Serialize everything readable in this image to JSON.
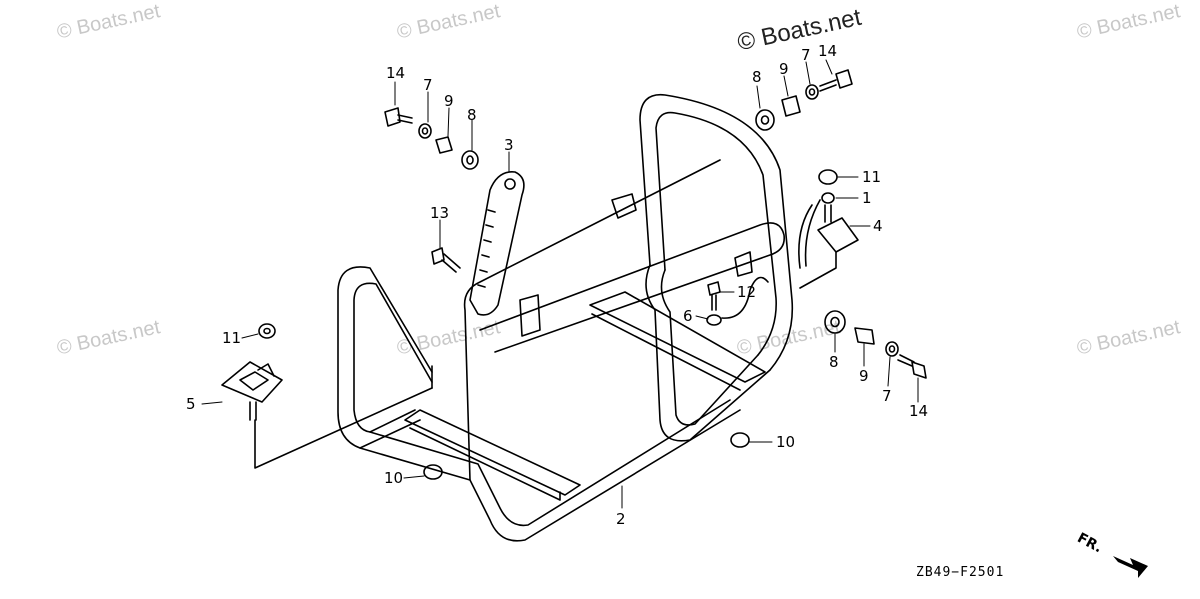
{
  "watermark": {
    "text": "© Boats.net",
    "main_text": "© Boats.net"
  },
  "diagram_code": "ZB49−F2501",
  "direction_label": "FR.",
  "callouts": {
    "c14a": "14",
    "c7a": "7",
    "c9a": "9",
    "c8a": "8",
    "c3": "3",
    "c13": "13",
    "c11a": "11",
    "c5": "5",
    "c10a": "10",
    "c2": "2",
    "c8b": "8",
    "c9b": "9",
    "c7b": "7",
    "c14b": "14",
    "c11b": "11",
    "c1": "1",
    "c4": "4",
    "c12": "12",
    "c6": "6",
    "c8c": "8",
    "c9c": "9",
    "c7c": "7",
    "c14c": "14",
    "c10b": "10"
  }
}
